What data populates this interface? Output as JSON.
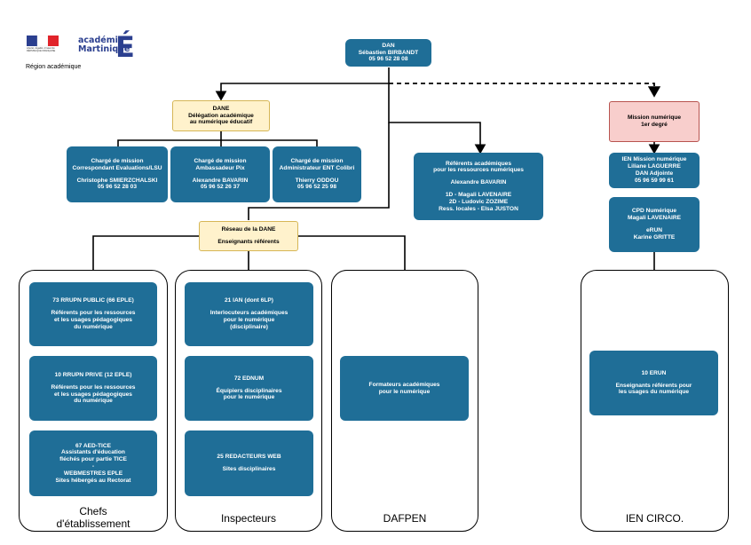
{
  "header": {
    "region_label": "Région académique",
    "logo_line1": "académie",
    "logo_line2": "Martinique",
    "logo_letter": "É",
    "flag_caption": "Liberté • Égalité • Fraternité\nRÉPUBLIQUE FRANÇAISE"
  },
  "dan": {
    "lines": [
      "DAN",
      "Sébastien BIRBANDT",
      "05 96 52 28 08"
    ]
  },
  "dane": {
    "lines": [
      "DANE",
      "Délégation académique",
      "au numérique éducatif"
    ]
  },
  "mission_numerique": {
    "lines": [
      "Mission numérique",
      "1er degré"
    ]
  },
  "charges": [
    {
      "lines": [
        "Chargé de mission",
        "Correspondant Evaluations/LSU",
        "",
        "Christophe SMIERZCHALSKI",
        "05 96 52 28 03"
      ]
    },
    {
      "lines": [
        "Chargé de mission",
        "Ambassadeur Pix",
        "",
        "Alexandre BAVARIN",
        "05 96 52 26 37"
      ]
    },
    {
      "lines": [
        "Chargé de mission",
        "Administrateur ENT Colibri",
        "",
        "Thierry ODDOU",
        "05 96 52 25 98"
      ]
    }
  ],
  "referents": {
    "lines": [
      "Référents académiques",
      "pour les ressources numériques",
      "",
      "Alexandre BAVARIN",
      "",
      "1D - Magali LAVENAIRE",
      "2D - Ludovic ZOZIME",
      "Ress. locales - Elsa JUSTON"
    ]
  },
  "ien_mission": {
    "lines": [
      "IEN Mission numérique",
      "Liliane LAGUERRE",
      "DAN Adjointe",
      "05 96 59 99 61"
    ]
  },
  "cpd": {
    "lines": [
      "CPD Numérique",
      "Magali LAVENAIRE",
      "",
      "eRUN",
      "Karine GRITTE"
    ]
  },
  "reseau": {
    "lines": [
      "Réseau de la DANE",
      "",
      "Enseignants référents"
    ]
  },
  "panels": {
    "chefs": {
      "label": "Chefs\nd'établissement",
      "boxes": [
        {
          "lines": [
            "73 RRUPN PUBLIC (66 EPLE)",
            "",
            "Référents pour les ressources",
            "et les usages pédagogiques",
            "du numérique"
          ]
        },
        {
          "lines": [
            "10 RRUPN PRIVE (12 EPLE)",
            "",
            "Référents pour les ressources",
            "et les usages pédagogiques",
            "du numérique"
          ]
        },
        {
          "lines": [
            "67 AED-TICE",
            "Assistants d'éducation",
            "fléchés pour partie TICE",
            "-",
            "WEBMESTRES EPLE",
            "Sites hébergés au Rectorat"
          ]
        }
      ]
    },
    "inspecteurs": {
      "label": "Inspecteurs",
      "boxes": [
        {
          "lines": [
            "21 IAN (dont 6LP)",
            "",
            "Interlocuteurs académiques",
            "pour le numérique",
            "(disciplinaire)"
          ]
        },
        {
          "lines": [
            "72 EDNUM",
            "",
            "Équipiers disciplinaires",
            "pour le numérique"
          ]
        },
        {
          "lines": [
            "25 REDACTEURS WEB",
            "",
            "Sites disciplinaires"
          ]
        }
      ]
    },
    "dafpen": {
      "label": "DAFPEN",
      "boxes": [
        {
          "lines": [
            "Formateurs académiques",
            "pour le numérique"
          ]
        }
      ]
    },
    "ien": {
      "label": "IEN CIRCO.",
      "boxes": [
        {
          "lines": [
            "10 ERUN",
            "",
            "Enseignants référents pour",
            "les usages du numérique"
          ]
        }
      ]
    }
  },
  "colors": {
    "box_blue": "#1f6e97",
    "dane_fill": "#fff2cc",
    "mission_fill": "#f8cecc"
  }
}
